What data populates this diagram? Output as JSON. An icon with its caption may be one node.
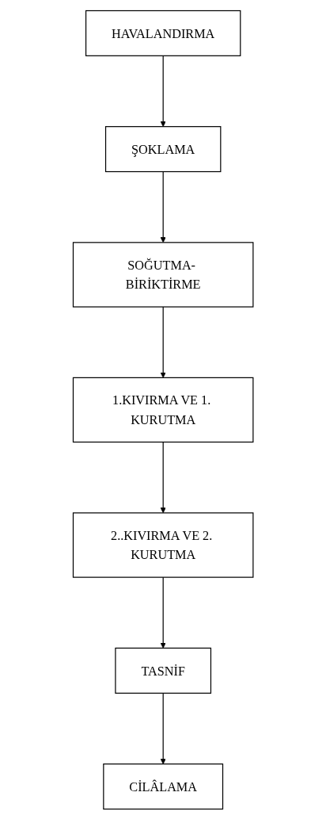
{
  "diagram": {
    "nodes": [
      {
        "text": [
          "HAVALANDIRMA"
        ]
      },
      {
        "text": [
          "ŞOKLAMA"
        ]
      },
      {
        "text": [
          "SOĞUTMA- BİRİKTİRME"
        ]
      },
      {
        "text": [
          "1.KIVIRMA VE 1. KURUTMA"
        ]
      },
      {
        "text": [
          "2..KIVIRMA VE 2. KURUTMA"
        ]
      },
      {
        "text": [
          "TASNİF"
        ]
      },
      {
        "text": [
          "CİLÂLAMA"
        ]
      }
    ],
    "edges": [
      {
        "from": 0,
        "to": 1,
        "arrow": "to"
      },
      {
        "from": 1,
        "to": 2,
        "arrow": "to"
      },
      {
        "from": 2,
        "to": 3,
        "arrow": "to"
      },
      {
        "from": 3,
        "to": 4,
        "arrow": "to"
      },
      {
        "from": 4,
        "to": 5,
        "arrow": "to"
      },
      {
        "from": 5,
        "to": 6,
        "arrow": "to"
      }
    ]
  }
}
